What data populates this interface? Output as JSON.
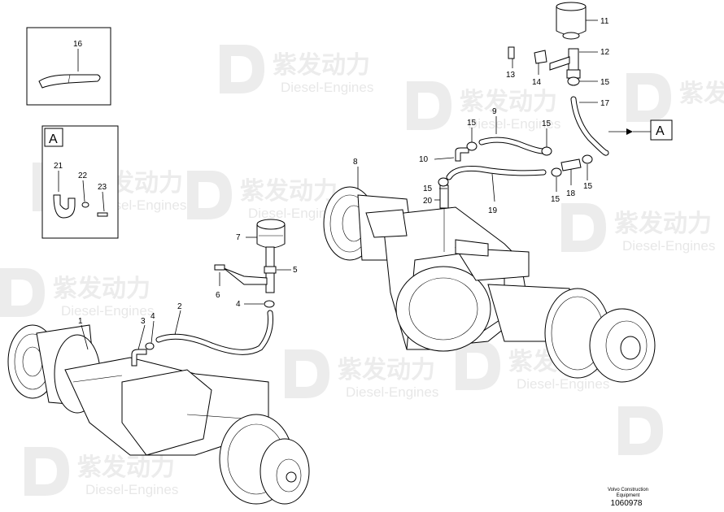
{
  "watermark": {
    "brand_cn": "紫发动力",
    "brand_en": "Diesel-Engines"
  },
  "boxes": {
    "detail_box_label": "A",
    "reference_label": "A"
  },
  "labels": {
    "p1": "1",
    "p2": "2",
    "p3": "3",
    "p4a": "4",
    "p4b": "4",
    "p5": "5",
    "p6": "6",
    "p7": "7",
    "p8": "8",
    "p9": "9",
    "p10": "10",
    "p11": "11",
    "p12": "12",
    "p13": "13",
    "p14": "14",
    "p15a": "15",
    "p15b": "15",
    "p15c": "15",
    "p15d": "15",
    "p15e": "15",
    "p15f": "15",
    "p16": "16",
    "p17": "17",
    "p18": "18",
    "p19": "19",
    "p20": "20",
    "p21": "21",
    "p22": "22",
    "p23": "23"
  },
  "footer": {
    "brand_line1": "Volvo Construction",
    "brand_line2": "Equipment",
    "drawing_number": "1060978"
  }
}
